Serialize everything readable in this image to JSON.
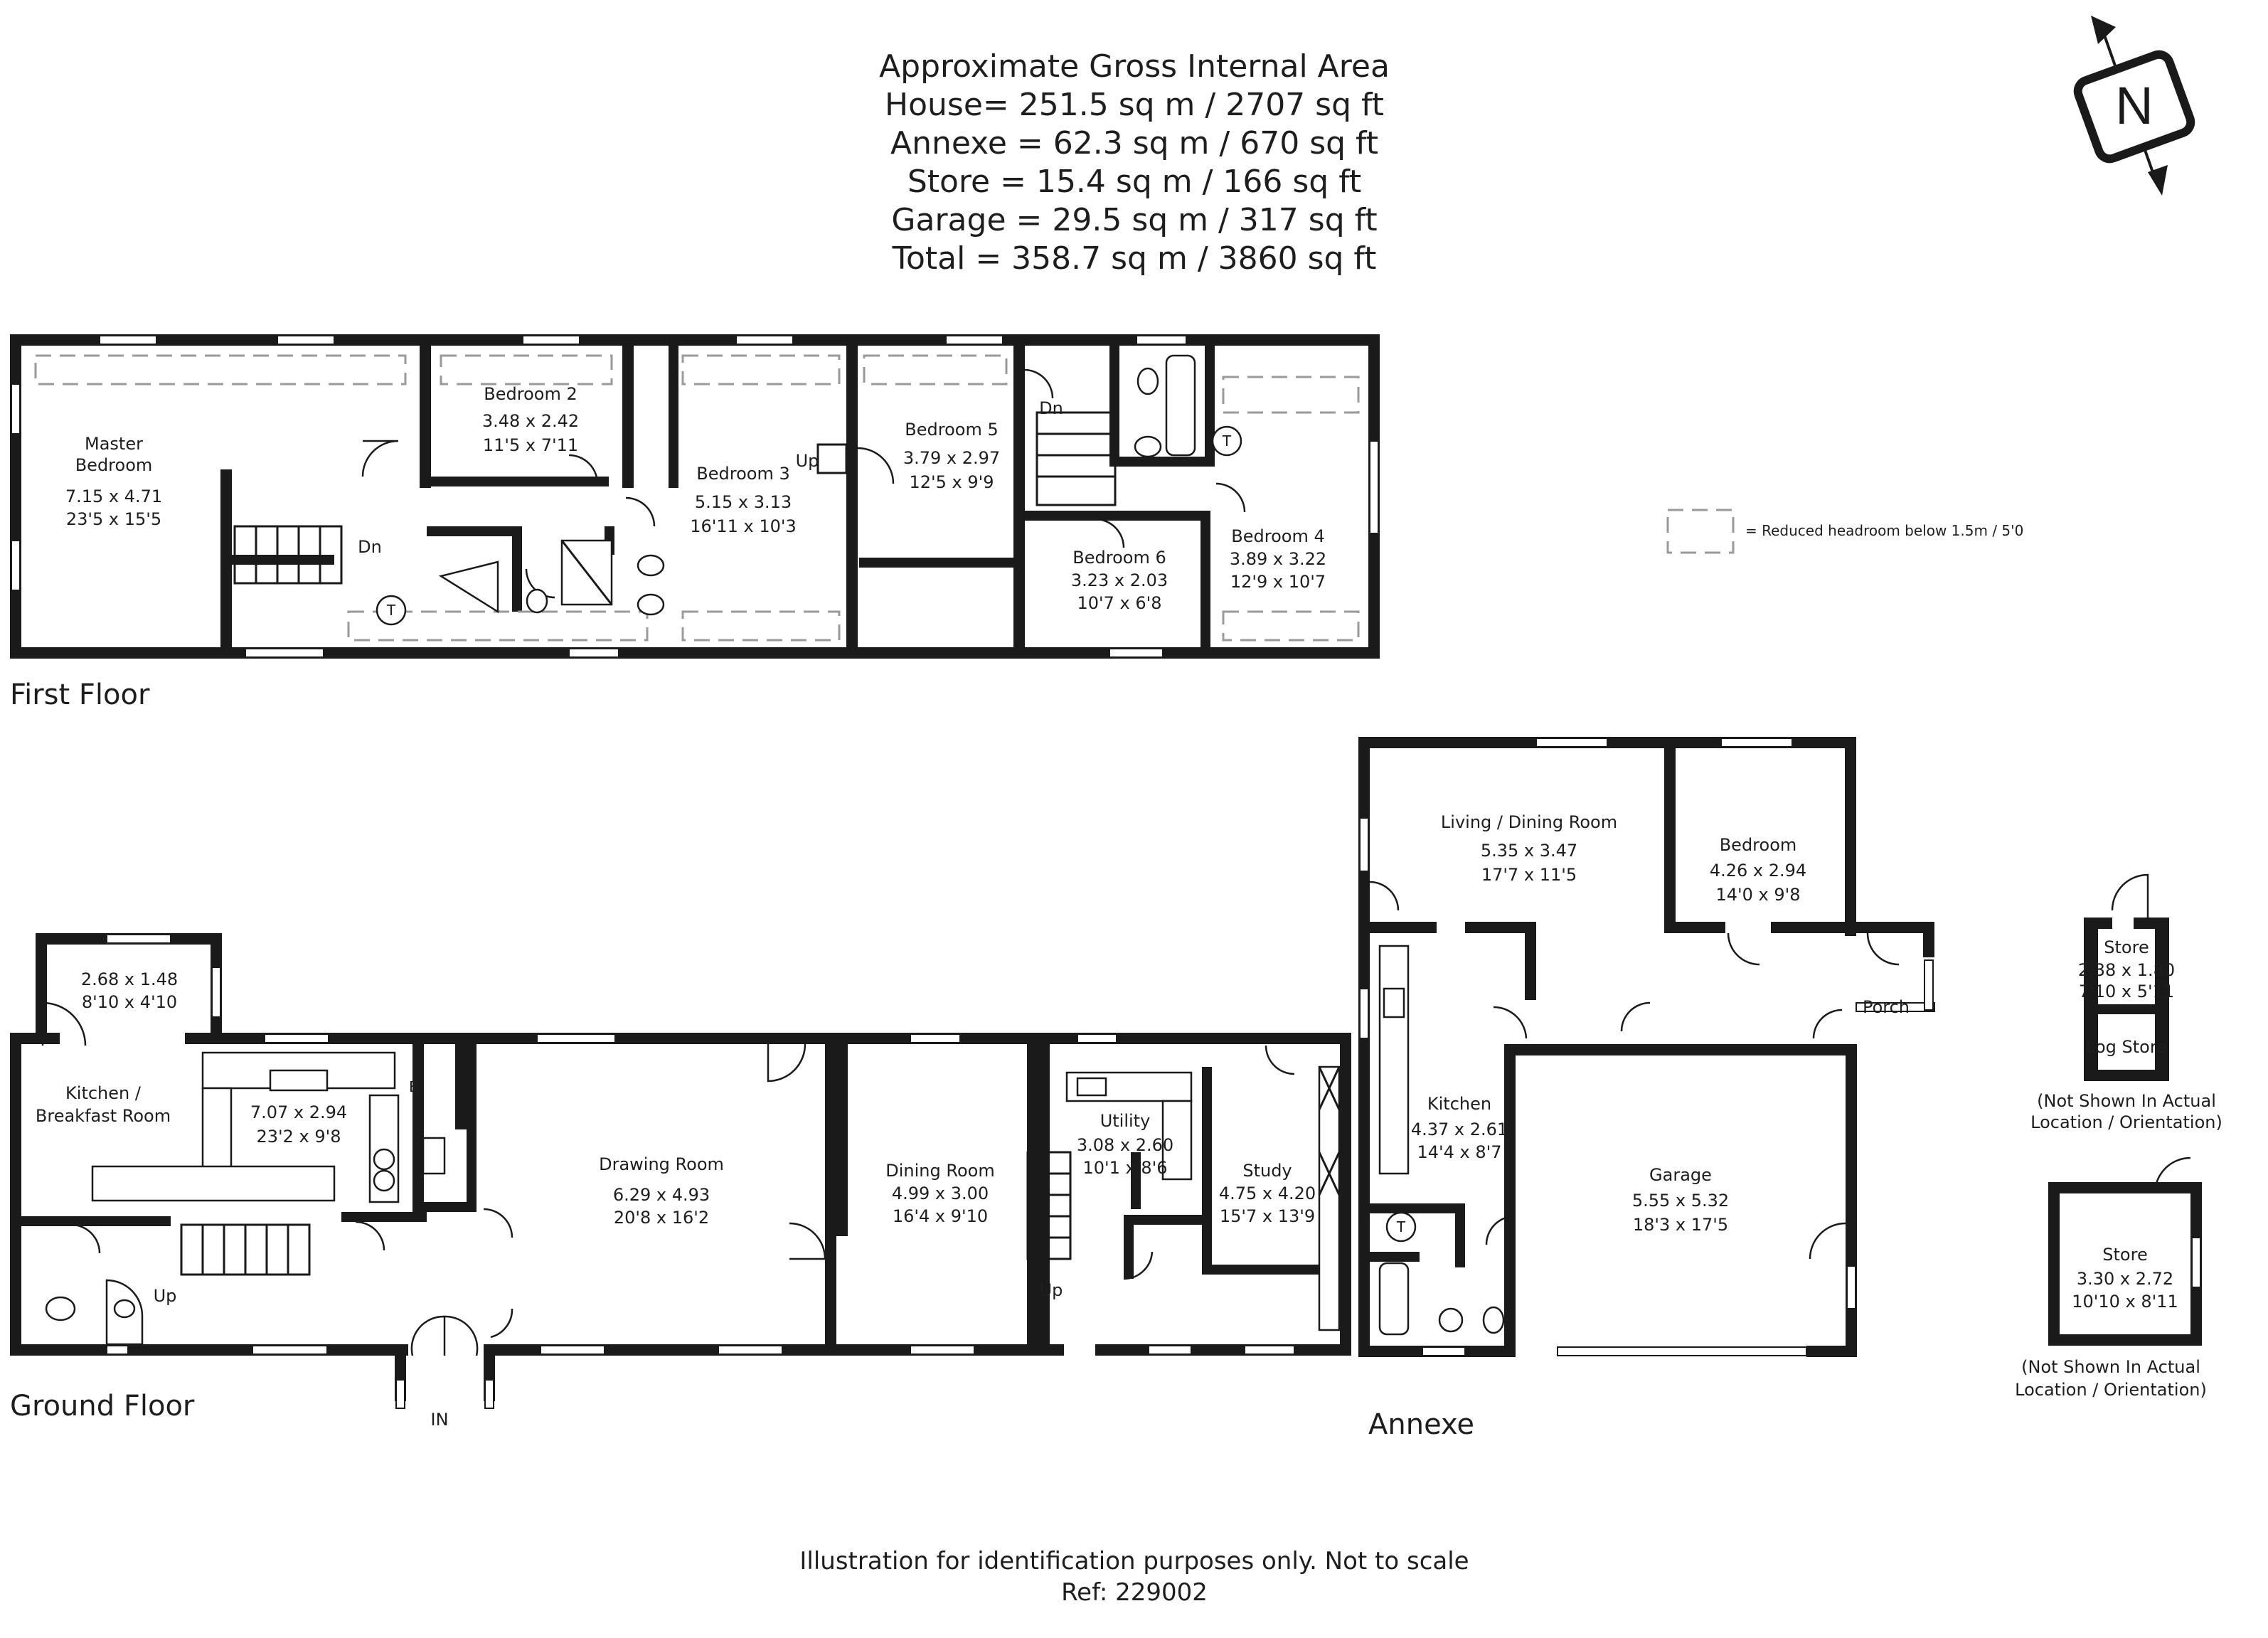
{
  "header": {
    "area_title": "Approximate Gross Internal Area",
    "lines": [
      "House= 251.5 sq m / 2707 sq ft",
      "Annexe = 62.3 sq m / 670 sq ft",
      "Store = 15.4 sq m / 166 sq ft",
      "Garage = 29.5 sq m / 317 sq ft",
      "Total = 358.7 sq m / 3860 sq ft"
    ]
  },
  "compass": {
    "letter": "N",
    "icon": "north-arrow-icon"
  },
  "legend": {
    "text": "= Reduced headroom below 1.5m / 5'0"
  },
  "floors": {
    "first": "First Floor",
    "ground": "Ground Floor",
    "annexe": "Annexe"
  },
  "rooms": {
    "master": {
      "name1": "Master",
      "name2": "Bedroom",
      "dim1": "7.15 x 4.71",
      "dim2": "23'5 x 15'5"
    },
    "bed2": {
      "name": "Bedroom 2",
      "dim1": "3.48 x 2.42",
      "dim2": "11'5 x 7'11"
    },
    "bed3": {
      "name": "Bedroom 3",
      "dim1": "5.15 x 3.13",
      "dim2": "16'11 x 10'3"
    },
    "bed5": {
      "name": "Bedroom 5",
      "dim1": "3.79 x 2.97",
      "dim2": "12'5 x 9'9"
    },
    "bed6": {
      "name": "Bedroom 6",
      "dim1": "3.23 x 2.03",
      "dim2": "10'7 x 6'8"
    },
    "bed4": {
      "name": "Bedroom 4",
      "dim1": "3.89 x 3.22",
      "dim2": "12'9 x 10'7"
    },
    "porchroom": {
      "dim1": "2.68 x 1.48",
      "dim2": "8'10 x 4'10"
    },
    "kitchen": {
      "name1": "Kitchen /",
      "name2": "Breakfast Room",
      "dim1": "7.07 x 2.94",
      "dim2": "23'2 x 9'8"
    },
    "drawing": {
      "name": "Drawing Room",
      "dim1": "6.29 x 4.93",
      "dim2": "20'8 x 16'2"
    },
    "dining": {
      "name": "Dining Room",
      "dim1": "4.99 x 3.00",
      "dim2": "16'4 x 9'10"
    },
    "utility": {
      "name": "Utility",
      "dim1": "3.08 x 2.60",
      "dim2": "10'1 x 8'6"
    },
    "study": {
      "name": "Study",
      "dim1": "4.75 x 4.20",
      "dim2": "15'7 x 13'9"
    },
    "living": {
      "name": "Living / Dining Room",
      "dim1": "5.35 x 3.47",
      "dim2": "17'7 x 11'5"
    },
    "annexbed": {
      "name": "Bedroom",
      "dim1": "4.26 x 2.94",
      "dim2": "14'0 x 9'8"
    },
    "annexkitchen": {
      "name": "Kitchen",
      "dim1": "4.37 x 2.61",
      "dim2": "14'4 x 8'7"
    },
    "garage": {
      "name": "Garage",
      "dim1": "5.55 x 5.32",
      "dim2": "18'3 x 17'5"
    },
    "store1": {
      "name": "Store",
      "dim1": "2.38 x 1.80",
      "dim2": "7'10 x 5'11"
    },
    "logstore": {
      "name": "Log Store"
    },
    "store2": {
      "name": "Store",
      "dim1": "3.30 x 2.72",
      "dim2": "10'10 x 8'11"
    }
  },
  "labels": {
    "porch": "Porch",
    "up": "Up",
    "dn": "Dn",
    "in": "IN",
    "t": "T",
    "b": "B",
    "not_shown1": "(Not Shown In Actual",
    "not_shown2": "Location / Orientation)"
  },
  "footer": {
    "disclaimer": "Illustration for identification purposes only. Not to scale",
    "ref": "Ref: 229002"
  }
}
